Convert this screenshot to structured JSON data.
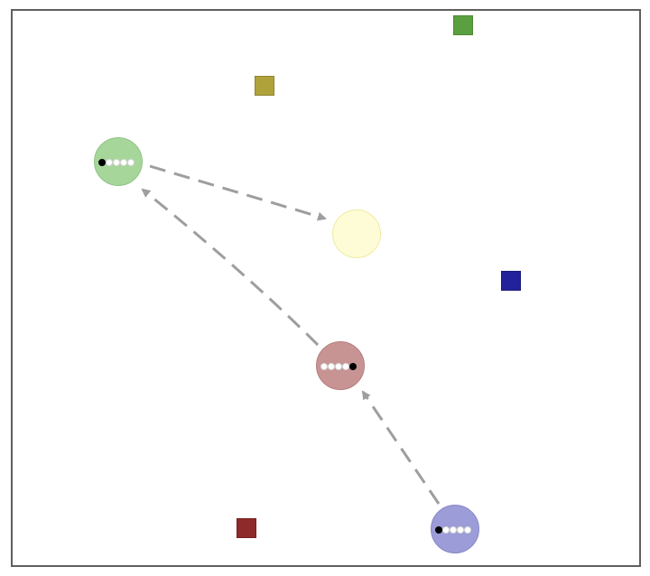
{
  "scene": {
    "border_color": "#5f5f5f",
    "path_color": "#9e9e9e",
    "targets": [
      {
        "id": "target-green",
        "color": "#5aa040",
        "border": "#4a8a34"
      },
      {
        "id": "target-olive",
        "color": "#b0a23a",
        "border": "#8f8530"
      },
      {
        "id": "target-navy",
        "color": "#22229a",
        "border": "#1a1a7a"
      },
      {
        "id": "target-maroon",
        "color": "#8f2a2a",
        "border": "#742020"
      }
    ],
    "agents": [
      {
        "id": "agent-green",
        "color": "#a6d69a",
        "border": "#92c486",
        "slots": 5,
        "active_slot": 0
      },
      {
        "id": "agent-yellow",
        "color": "#fdfcd6",
        "border": "#efeba0",
        "slots": 0,
        "active_slot": -1
      },
      {
        "id": "agent-red",
        "color": "#c79393",
        "border": "#b77f7f",
        "slots": 5,
        "active_slot": 4
      },
      {
        "id": "agent-blue",
        "color": "#9c9cd8",
        "border": "#8888c8",
        "slots": 5,
        "active_slot": 0
      }
    ]
  }
}
